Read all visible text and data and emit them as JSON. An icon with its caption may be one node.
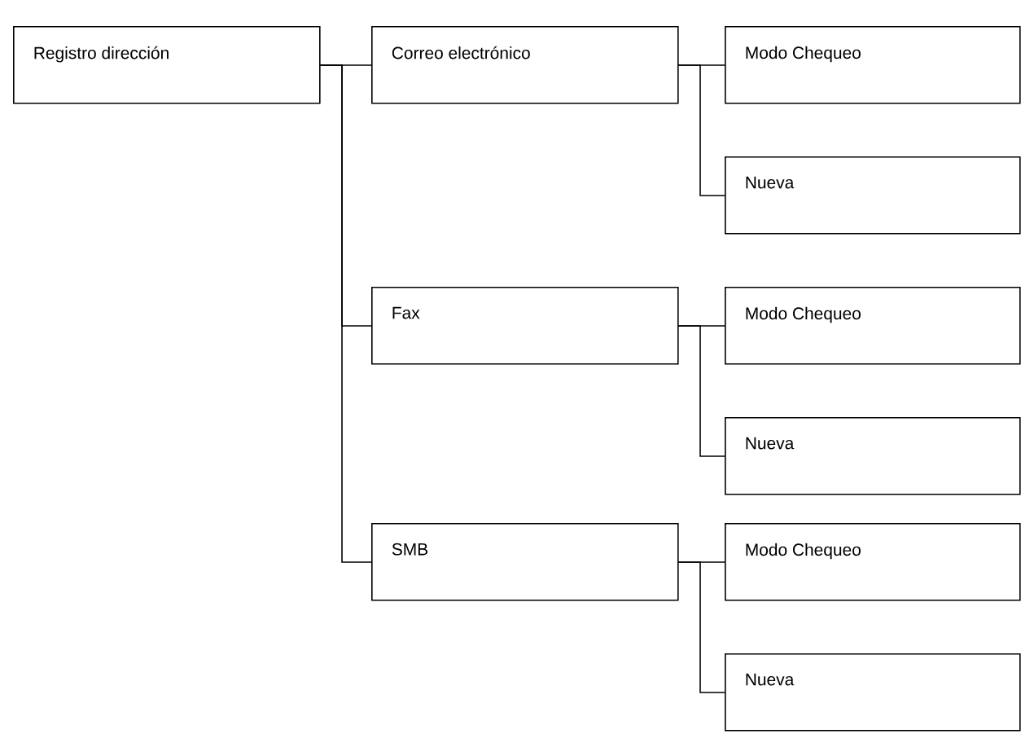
{
  "diagram": {
    "nodes": [
      {
        "text": [
          "Registro dirección"
        ]
      },
      {
        "text": [
          "Correo electrónico"
        ]
      },
      {
        "text": [
          "Modo Chequeo"
        ]
      },
      {
        "text": [
          "Nueva"
        ]
      },
      {
        "text": [
          "Fax"
        ]
      },
      {
        "text": [
          "Modo Chequeo"
        ]
      },
      {
        "text": [
          "Nueva"
        ]
      },
      {
        "text": [
          "SMB"
        ]
      },
      {
        "text": [
          "Modo Chequeo"
        ]
      },
      {
        "text": [
          "Nueva"
        ]
      }
    ],
    "edges": [
      {
        "from": 0,
        "to": 1,
        "arrow": "none"
      },
      {
        "from": 0,
        "to": 4,
        "arrow": "none"
      },
      {
        "from": 0,
        "to": 7,
        "arrow": "none"
      },
      {
        "from": 1,
        "to": 2,
        "arrow": "none"
      },
      {
        "from": 1,
        "to": 3,
        "arrow": "none"
      },
      {
        "from": 4,
        "to": 5,
        "arrow": "none"
      },
      {
        "from": 4,
        "to": 6,
        "arrow": "none"
      },
      {
        "from": 7,
        "to": 8,
        "arrow": "none"
      },
      {
        "from": 7,
        "to": 9,
        "arrow": "none"
      }
    ]
  }
}
